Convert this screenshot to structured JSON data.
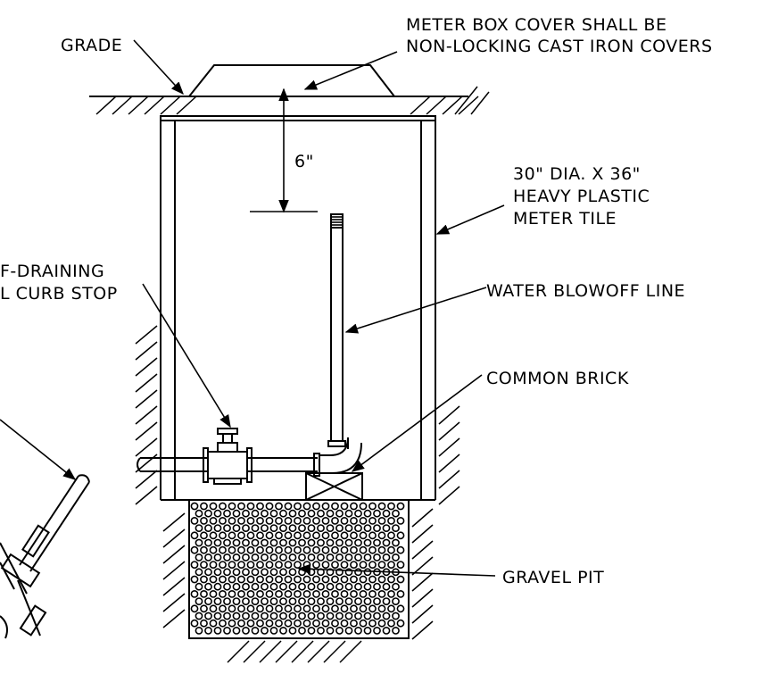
{
  "labels": {
    "grade": "GRADE",
    "cover_line1": "METER BOX COVER SHALL BE",
    "cover_line2": "NON-LOCKING CAST IRON COVERS",
    "clearance": "6\"",
    "tile_line1": "30\" DIA. X 36\"",
    "tile_line2": "HEAVY PLASTIC",
    "tile_line3": "METER TILE",
    "curb_line1": "F-DRAINING",
    "curb_line2": "L CURB STOP",
    "blowoff": "WATER BLOWOFF LINE",
    "brick": "COMMON BRICK",
    "gravel": "GRAVEL PIT"
  }
}
